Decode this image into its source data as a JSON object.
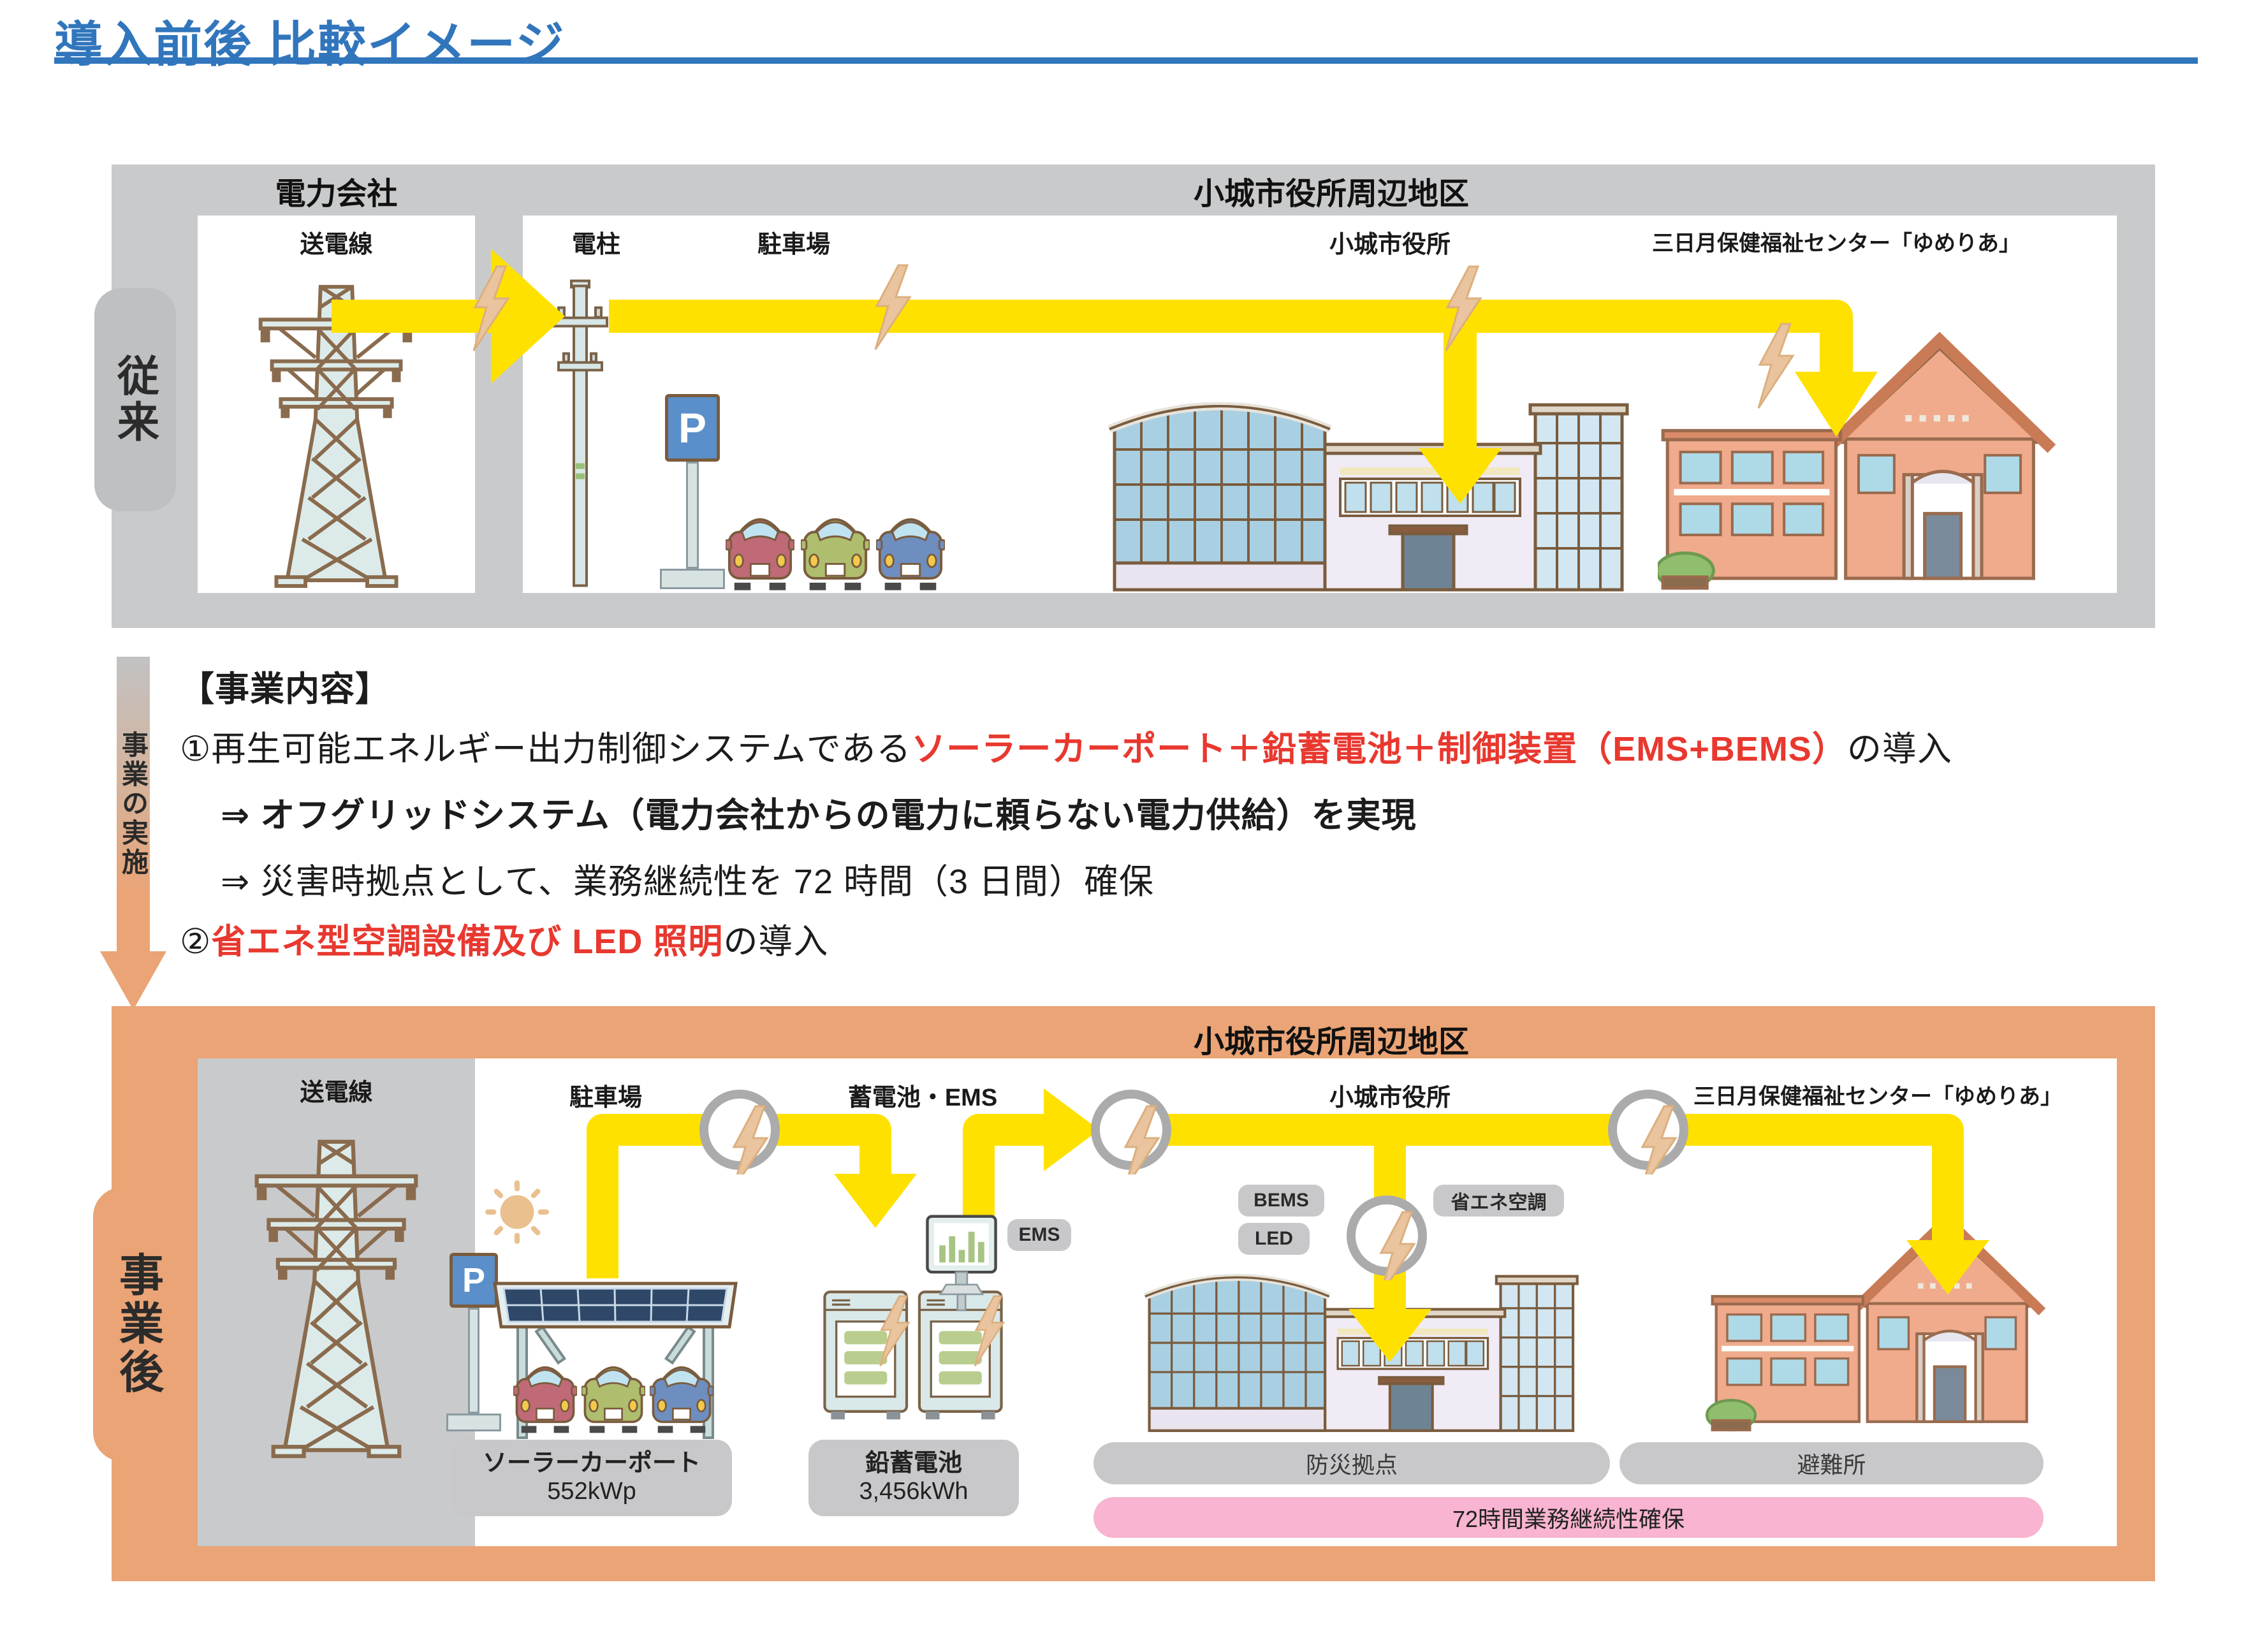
{
  "title": "導入前後 比較イメージ",
  "parking_sign": "P",
  "colors": {
    "title_blue": "#3176BC",
    "before_gray": "#C9CACB",
    "after_orange": "#EAA476",
    "flow_yellow": "#FFE100",
    "highlight_red": "#E8382F",
    "tag_pink": "#F8B4D0",
    "label_gray": "#C8C8CA"
  },
  "before": {
    "side_label": "従来",
    "power_company": "電力会社",
    "district": "小城市役所周辺地区",
    "transmission_line": "送電線",
    "utility_pole": "電柱",
    "parking": "駐車場",
    "city_hall": "小城市役所",
    "welfare_center": "三日月保健福祉センター「ゆめりあ」"
  },
  "project": {
    "arrow_label": "事業の実施",
    "heading": "【事業内容】",
    "item1_prefix": "①再生可能エネルギー出力制御システムである",
    "item1_highlight": "ソーラーカーポート＋鉛蓄電池＋制御装置（EMS+BEMS）",
    "item1_suffix": "の導入",
    "item1_result1": "⇒ オフグリッドシステム（電力会社からの電力に頼らない電力供給）を実現",
    "item1_result2": "⇒ 災害時拠点として、業務継続性を 72 時間（3 日間）確保",
    "item2_prefix": "②",
    "item2_highlight": "省エネ型空調設備及び LED 照明",
    "item2_suffix": "の導入"
  },
  "after": {
    "side_label": "事業後",
    "district": "小城市役所周辺地区",
    "transmission_line": "送電線",
    "parking": "駐車場",
    "battery_ems": "蓄電池・EMS",
    "city_hall": "小城市役所",
    "welfare_center": "三日月保健福祉センター「ゆめりあ」",
    "ems_badge": "EMS",
    "bems_badge": "BEMS",
    "led_badge": "LED",
    "aircon_badge": "省エネ空調",
    "solar_carport_name": "ソーラーカーポート",
    "solar_carport_capacity": "552kWp",
    "battery_name": "鉛蓄電池",
    "battery_capacity": "3,456kWh",
    "city_hall_tag": "防災拠点",
    "welfare_tag": "避難所",
    "continuity_tag": "72時間業務継続性確保"
  }
}
